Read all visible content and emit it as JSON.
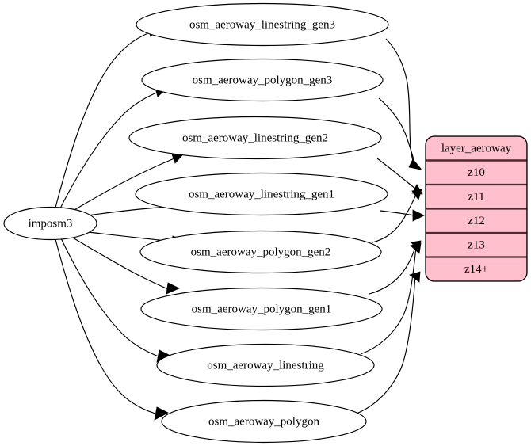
{
  "diagram": {
    "type": "graphviz-digraph",
    "title": "imposm3 aeroway layer dependency graph",
    "background_color": "#ffffff",
    "source_node": {
      "id": "imposm3",
      "label": "imposm3",
      "shape": "ellipse",
      "fill": "#ffffff",
      "stroke": "#000000"
    },
    "table_nodes": [
      {
        "id": "osm_aeroway_linestring_gen3",
        "label": "osm_aeroway_linestring_gen3",
        "shape": "ellipse",
        "fill": "#ffffff",
        "stroke": "#000000"
      },
      {
        "id": "osm_aeroway_polygon_gen3",
        "label": "osm_aeroway_polygon_gen3",
        "shape": "ellipse",
        "fill": "#ffffff",
        "stroke": "#000000"
      },
      {
        "id": "osm_aeroway_linestring_gen2",
        "label": "osm_aeroway_linestring_gen2",
        "shape": "ellipse",
        "fill": "#ffffff",
        "stroke": "#000000"
      },
      {
        "id": "osm_aeroway_linestring_gen1",
        "label": "osm_aeroway_linestring_gen1",
        "shape": "ellipse",
        "fill": "#ffffff",
        "stroke": "#000000"
      },
      {
        "id": "osm_aeroway_polygon_gen2",
        "label": "osm_aeroway_polygon_gen2",
        "shape": "ellipse",
        "fill": "#ffffff",
        "stroke": "#000000"
      },
      {
        "id": "osm_aeroway_polygon_gen1",
        "label": "osm_aeroway_polygon_gen1",
        "shape": "ellipse",
        "fill": "#ffffff",
        "stroke": "#000000"
      },
      {
        "id": "osm_aeroway_linestring",
        "label": "osm_aeroway_linestring",
        "shape": "ellipse",
        "fill": "#ffffff",
        "stroke": "#000000"
      },
      {
        "id": "osm_aeroway_polygon",
        "label": "osm_aeroway_polygon",
        "shape": "ellipse",
        "fill": "#ffffff",
        "stroke": "#000000"
      }
    ],
    "layer_node": {
      "id": "layer_aeroway",
      "shape": "record-rounded",
      "fill": "#ffc0cb",
      "stroke": "#000000",
      "row_divider_color": "#4a2a2e",
      "header": "layer_aeroway",
      "rows": [
        "z10",
        "z11",
        "z12",
        "z13",
        "z14+"
      ]
    },
    "edges": [
      {
        "from": "imposm3",
        "to": "osm_aeroway_linestring_gen3"
      },
      {
        "from": "imposm3",
        "to": "osm_aeroway_polygon_gen3"
      },
      {
        "from": "imposm3",
        "to": "osm_aeroway_linestring_gen2"
      },
      {
        "from": "imposm3",
        "to": "osm_aeroway_linestring_gen1"
      },
      {
        "from": "imposm3",
        "to": "osm_aeroway_polygon_gen2"
      },
      {
        "from": "imposm3",
        "to": "osm_aeroway_polygon_gen1"
      },
      {
        "from": "imposm3",
        "to": "osm_aeroway_linestring"
      },
      {
        "from": "imposm3",
        "to": "osm_aeroway_polygon"
      },
      {
        "from": "osm_aeroway_linestring_gen3",
        "to": "layer_aeroway:z10"
      },
      {
        "from": "osm_aeroway_polygon_gen3",
        "to": "layer_aeroway:z10"
      },
      {
        "from": "osm_aeroway_linestring_gen2",
        "to": "layer_aeroway:z11"
      },
      {
        "from": "osm_aeroway_polygon_gen2",
        "to": "layer_aeroway:z11"
      },
      {
        "from": "osm_aeroway_linestring_gen1",
        "to": "layer_aeroway:z12"
      },
      {
        "from": "osm_aeroway_polygon_gen1",
        "to": "layer_aeroway:z13"
      },
      {
        "from": "osm_aeroway_linestring",
        "to": "layer_aeroway:z13"
      },
      {
        "from": "osm_aeroway_polygon",
        "to": "layer_aeroway:z14+"
      }
    ]
  }
}
